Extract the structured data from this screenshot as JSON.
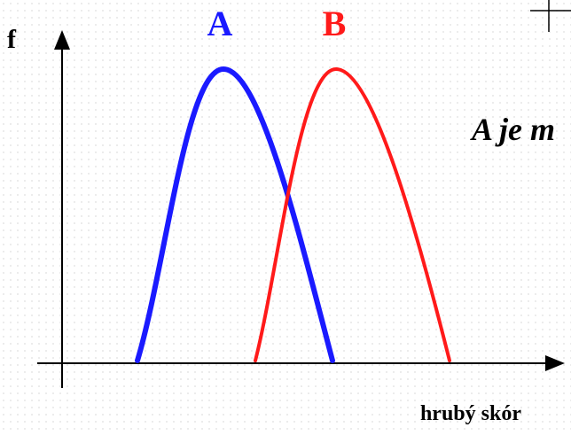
{
  "y_axis_label": "f",
  "x_axis_label": "hrubý skór",
  "statement_text": "A je m",
  "curves": [
    {
      "name": "A",
      "color": "#1a1aff"
    },
    {
      "name": "B",
      "color": "#ff1a1a"
    }
  ],
  "axis_color": "#000000"
}
